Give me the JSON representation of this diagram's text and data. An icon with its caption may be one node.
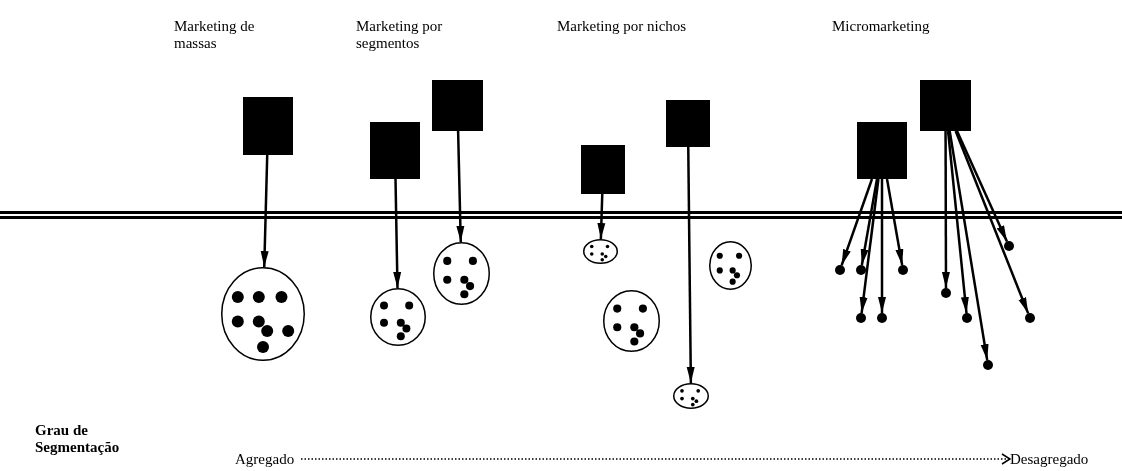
{
  "diagram": {
    "nodes": [
      {
        "text": [],
        "shape": "box"
      },
      {
        "text": [],
        "shape": "ellipse"
      },
      {
        "text": [],
        "shape": "box"
      },
      {
        "text": [],
        "shape": "ellipse"
      },
      {
        "text": [],
        "shape": "box"
      },
      {
        "text": [],
        "shape": "ellipse"
      },
      {
        "text": [],
        "shape": "box"
      },
      {
        "text": [],
        "shape": "ellipse"
      },
      {
        "text": [],
        "shape": "box"
      },
      {
        "text": [],
        "shape": "ellipse"
      },
      {
        "text": [],
        "shape": "ellipse"
      },
      {
        "text": [],
        "shape": "ellipse"
      },
      {
        "text": [],
        "shape": "box"
      },
      {
        "text": [],
        "shape": "box"
      },
      {
        "text": [],
        "shape": "dot"
      },
      {
        "text": [],
        "shape": "dot"
      },
      {
        "text": [],
        "shape": "dot"
      },
      {
        "text": [],
        "shape": "dot"
      },
      {
        "text": [],
        "shape": "dot"
      },
      {
        "text": [],
        "shape": "dot"
      },
      {
        "text": [],
        "shape": "dot"
      },
      {
        "text": [],
        "shape": "dot"
      },
      {
        "text": [],
        "shape": "dot"
      },
      {
        "text": [],
        "shape": "dot"
      },
      {
        "text": [
          "Agregado"
        ]
      },
      {
        "text": [
          "Desagregado"
        ]
      }
    ],
    "edges": [
      {
        "from": 0,
        "to": 1,
        "arrow": "to"
      },
      {
        "from": 2,
        "to": 3,
        "arrow": "to"
      },
      {
        "from": 4,
        "to": 5,
        "arrow": "to"
      },
      {
        "from": 6,
        "to": 7,
        "arrow": "to"
      },
      {
        "from": 8,
        "to": 11,
        "arrow": "to"
      },
      {
        "from": 12,
        "to": 15,
        "arrow": "to"
      },
      {
        "from": 12,
        "to": 16,
        "arrow": "to"
      },
      {
        "from": 12,
        "to": 19,
        "arrow": "to"
      },
      {
        "from": 12,
        "to": 20,
        "arrow": "to"
      },
      {
        "from": 12,
        "to": 17,
        "arrow": "to"
      },
      {
        "from": 13,
        "to": 18,
        "arrow": "to"
      },
      {
        "from": 13,
        "to": 21,
        "arrow": "to"
      },
      {
        "from": 13,
        "to": 23,
        "arrow": "to"
      },
      {
        "from": 13,
        "to": 22,
        "arrow": "to"
      },
      {
        "from": 13,
        "to": 14,
        "arrow": "to"
      },
      {
        "from": 24,
        "to": 25,
        "arrow": "to",
        "style": "dashed"
      }
    ],
    "labels": [
      "Marketing de massas",
      "Marketing por segmentos",
      "Marketing por nichos",
      "Micromarketing",
      "Grau de Segmentação"
    ]
  }
}
